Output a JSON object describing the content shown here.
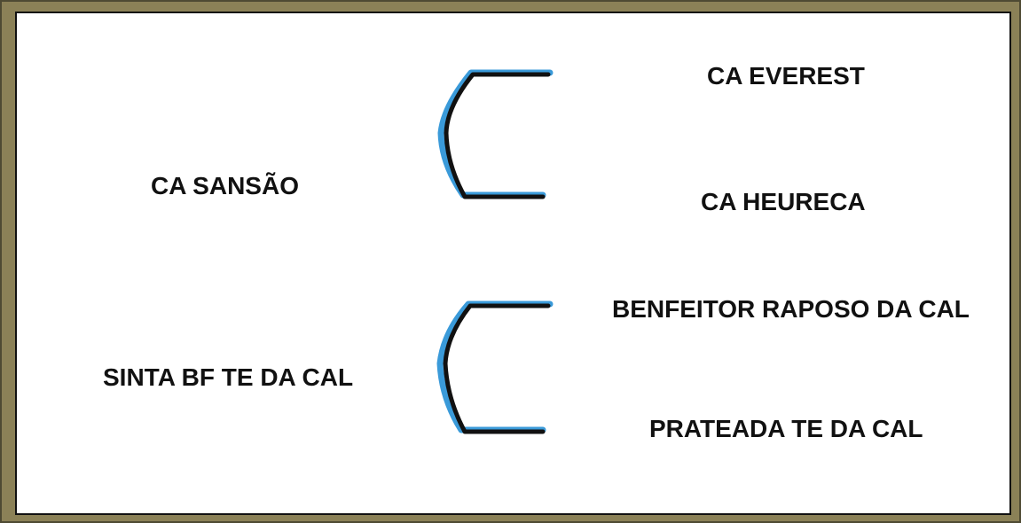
{
  "colors": {
    "frame": "#8b8157",
    "bracket_highlight": "#3a9ad9",
    "bracket_main": "#111111"
  },
  "groups": [
    {
      "parent": "CA SANSÃO",
      "children": [
        "CA EVEREST",
        "CA HEURECA"
      ]
    },
    {
      "parent": "SINTA BF TE DA CAL",
      "children": [
        "BENFEITOR RAPOSO DA CAL",
        "PRATEADA TE DA CAL"
      ]
    }
  ]
}
